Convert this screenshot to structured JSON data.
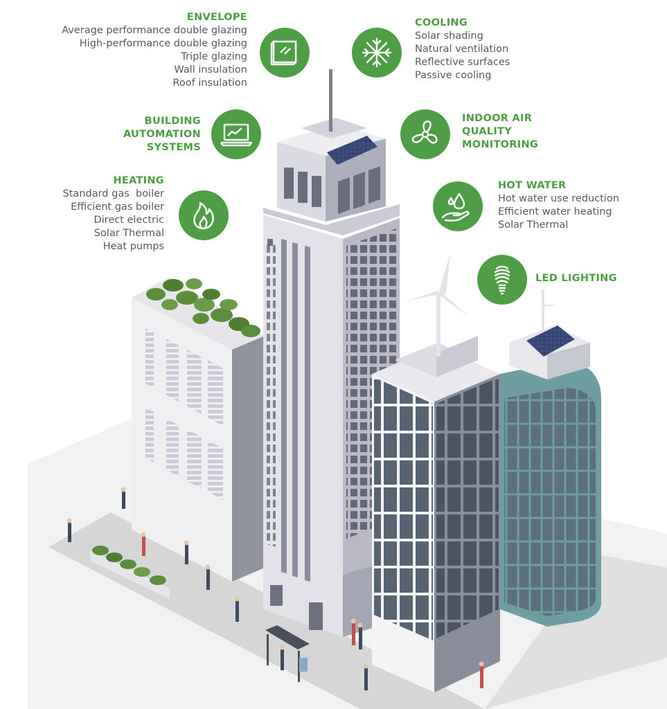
{
  "categories": [
    {
      "id": "envelope",
      "title": "ENVELOPE",
      "icon": "window-glazing-icon",
      "items": [
        "Average performance double glazing",
        "High-performance double glazing",
        "Triple glazing",
        "Wall insulation",
        "Roof insulation"
      ]
    },
    {
      "id": "building-automation",
      "title_lines": [
        "BUILDING",
        "AUTOMATION",
        "SYSTEMS"
      ],
      "icon": "laptop-chart-icon",
      "items": []
    },
    {
      "id": "heating",
      "title": "HEATING",
      "icon": "flame-icon",
      "items": [
        "Standard gas  boiler",
        "Efficient gas boiler",
        "Direct electric",
        "Solar Thermal",
        "Heat pumps"
      ]
    },
    {
      "id": "cooling",
      "title": "COOLING",
      "icon": "snowflake-icon",
      "items": [
        "Solar shading",
        "Natural ventilation",
        "Reflective surfaces",
        "Passive cooling"
      ]
    },
    {
      "id": "indoor-air",
      "title_lines": [
        "INDOOR AIR",
        "QUALITY",
        "MONITORING"
      ],
      "icon": "fan-icon",
      "items": []
    },
    {
      "id": "hot-water",
      "title": "HOT WATER",
      "icon": "hand-water-drop-icon",
      "items": [
        "Hot water use reduction",
        "Efficient water heating",
        "Solar Thermal"
      ]
    },
    {
      "id": "led-lighting",
      "title": "LED LIGHTING",
      "icon": "led-bulb-icon",
      "items": []
    }
  ],
  "colors": {
    "accent": "#4d9e45",
    "text": "#555a5e"
  }
}
